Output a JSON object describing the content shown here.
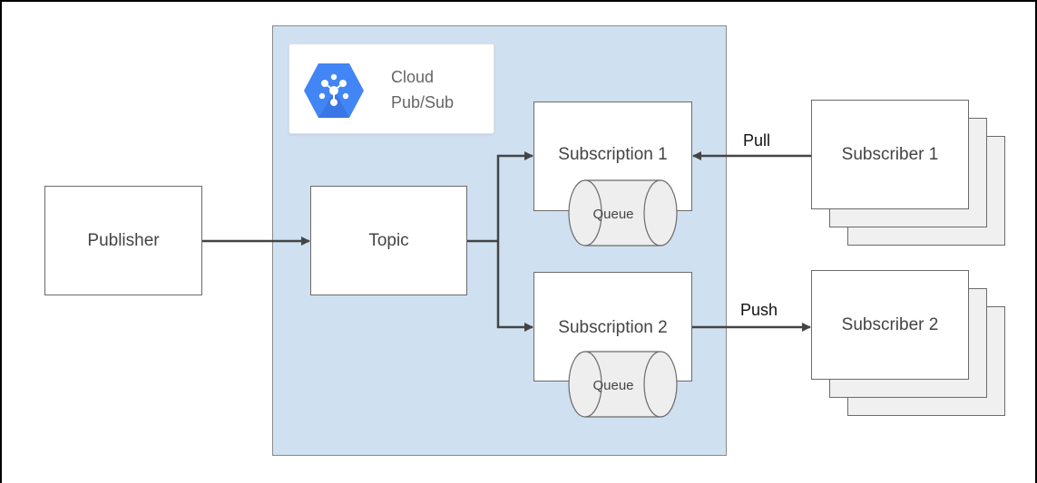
{
  "brand": {
    "line1": "Cloud",
    "line2": "Pub/Sub",
    "icon": "pubsub-hexagon-icon",
    "accent": "#4285f4"
  },
  "nodes": {
    "publisher": "Publisher",
    "topic": "Topic",
    "subscription1": "Subscription 1",
    "subscription2": "Subscription 2",
    "queue1": "Queue",
    "queue2": "Queue",
    "subscriber1": "Subscriber 1",
    "subscriber2": "Subscriber 2"
  },
  "edges": {
    "pull": "Pull",
    "push": "Push"
  },
  "colors": {
    "region": "#cfe0f1",
    "line": "#444444"
  }
}
